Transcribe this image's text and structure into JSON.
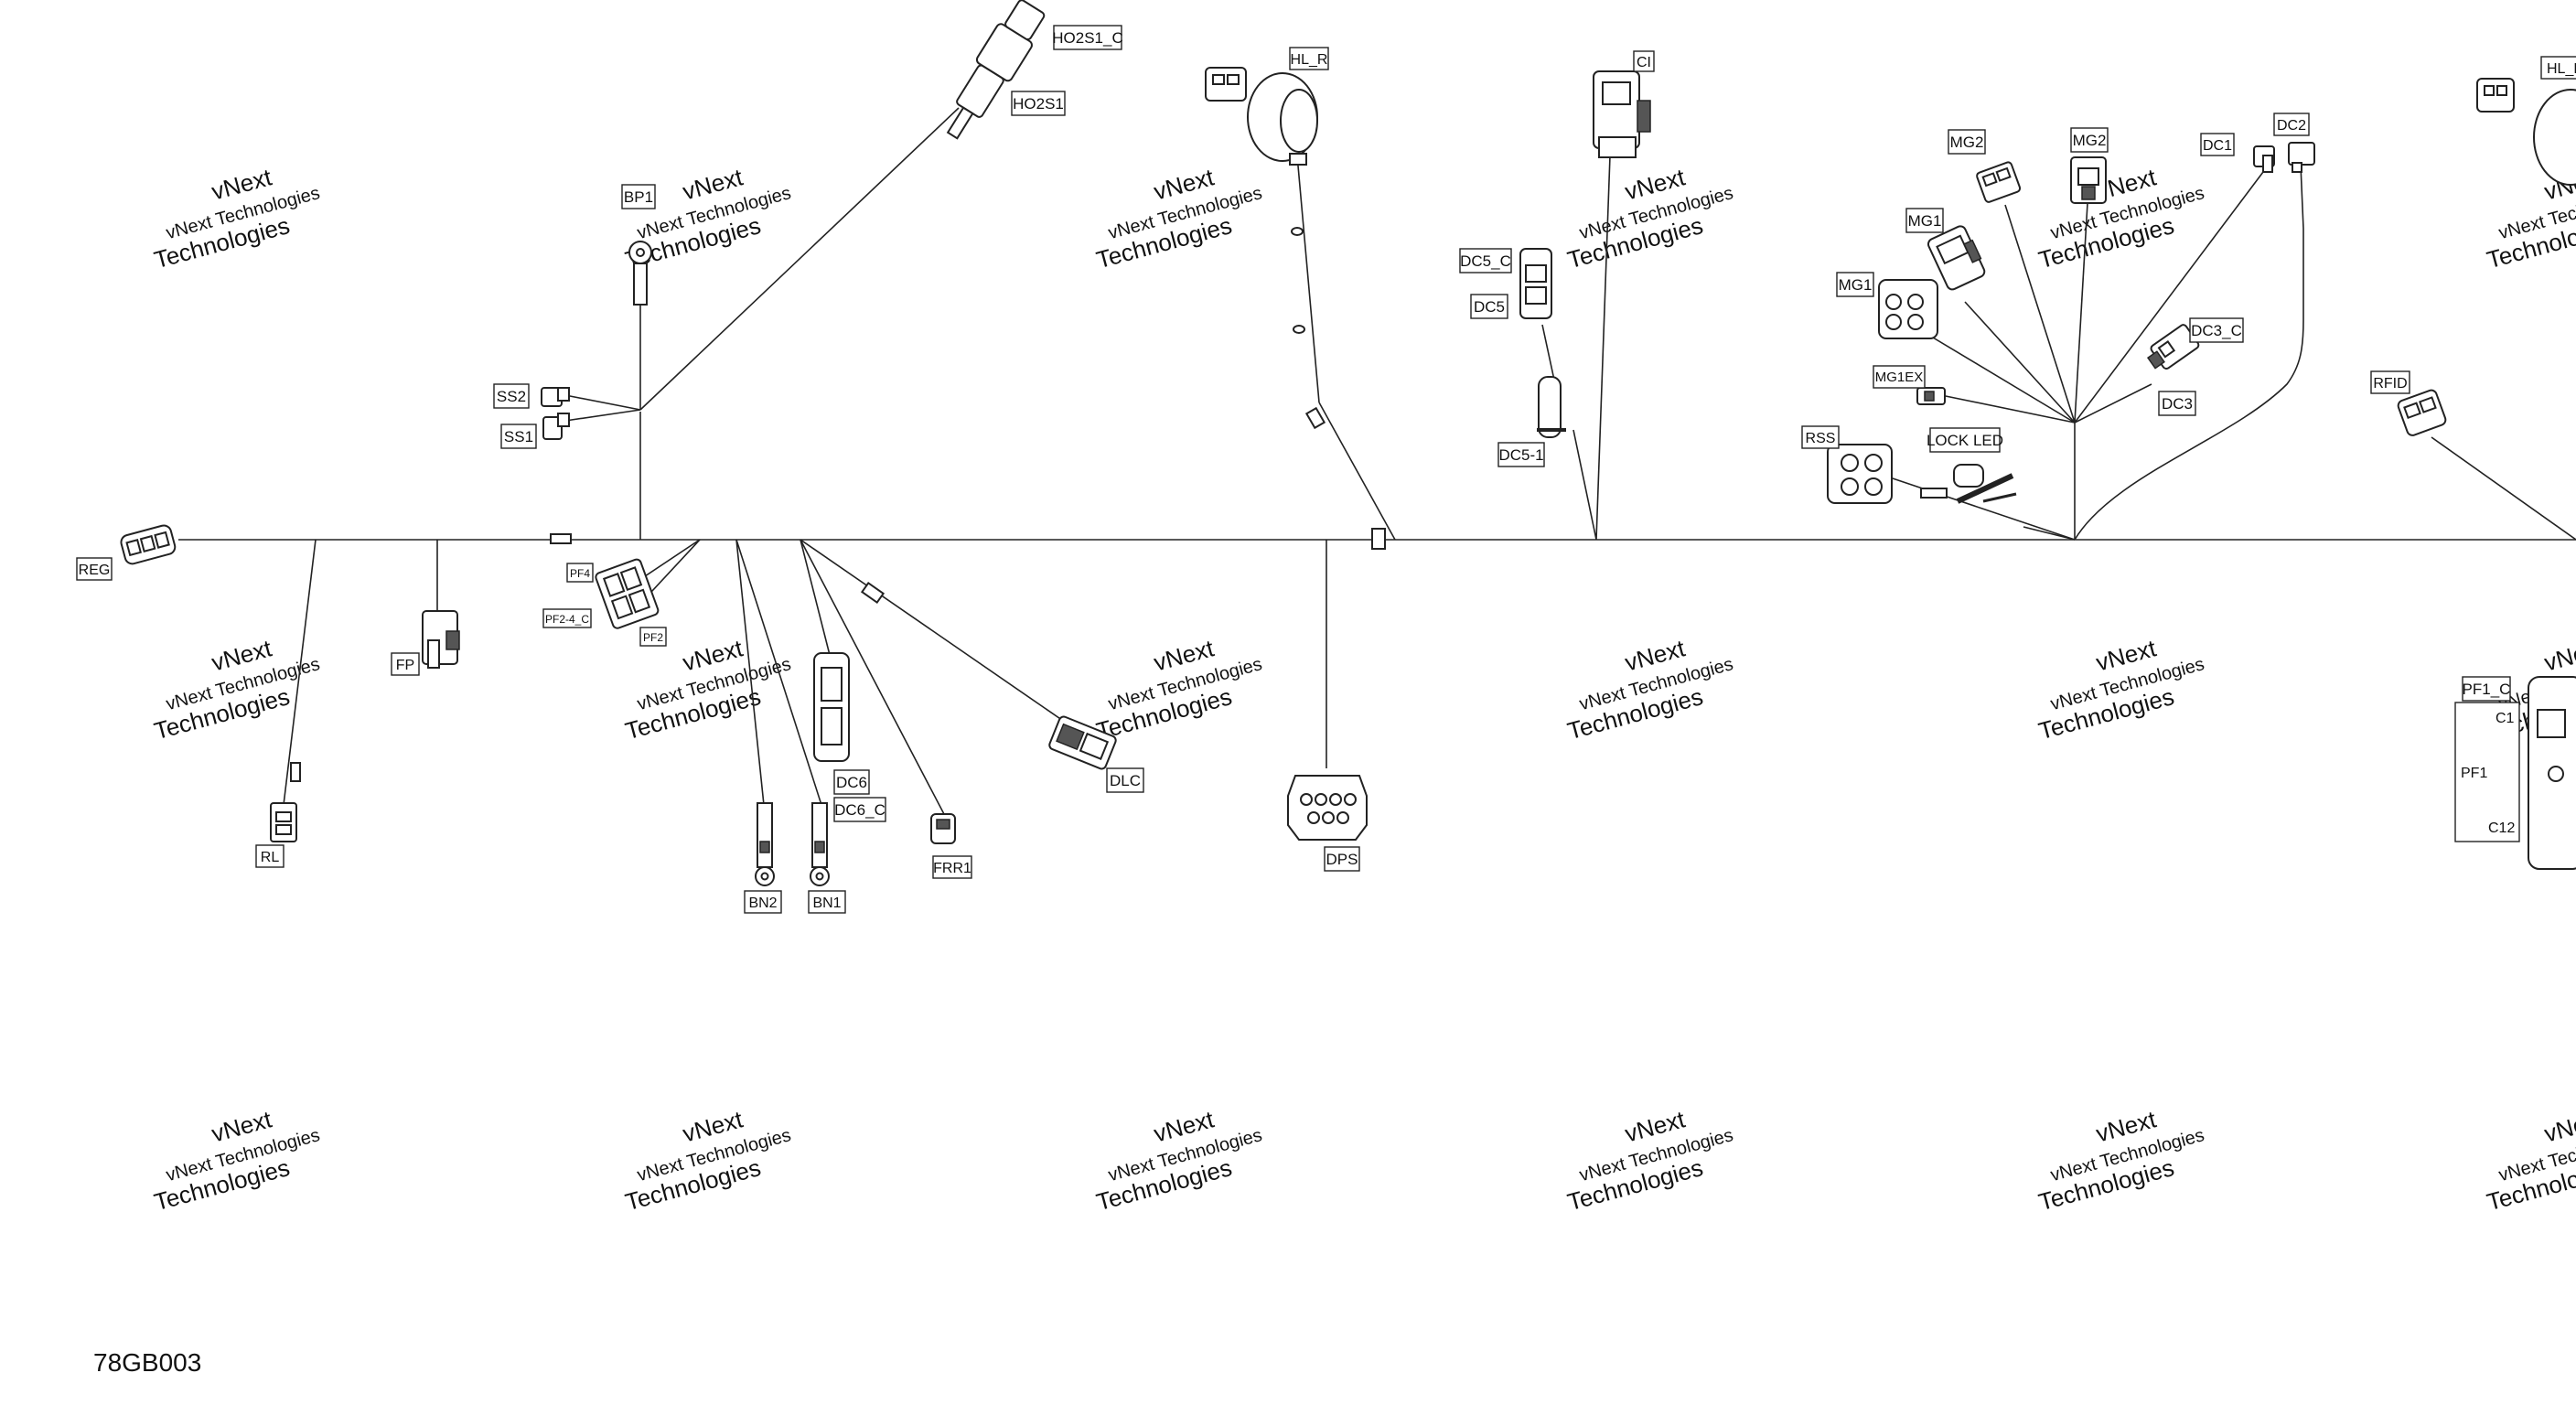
{
  "diagram": {
    "code": "78GB003",
    "watermark": {
      "line1": "vNext",
      "line2": "vNext Technologies",
      "line3": "Technologies"
    },
    "labels": {
      "h02s1_c": "HO2S1_C",
      "h02s1": "HO2S1",
      "hl_r": "HL_R",
      "ci": "CI",
      "hl_l": "HL_L",
      "bp1": "BP1",
      "ss2": "SS2",
      "ss1": "SS1",
      "dc5_c": "DC5_C",
      "dc5": "DC5",
      "dc5_1": "DC5-1",
      "mg2a": "MG2",
      "mg2b": "MG2",
      "dc1": "DC1",
      "dc2": "DC2",
      "mg1a": "MG1",
      "mg1b": "MG1",
      "dc3_c": "DC3_C",
      "dc3": "DC3",
      "mg1ex": "MG1EX",
      "rss": "RSS",
      "lock_led": "LOCK LED",
      "rfid": "RFID",
      "reg": "REG",
      "fp": "FP",
      "pf4": "PF4",
      "pf2_4_c": "PF2-4_C",
      "pf2": "PF2",
      "rl": "RL",
      "dc6": "DC6",
      "dc6_c": "DC6_C",
      "bn2": "BN2",
      "bn1": "BN1",
      "frr1": "FRR1",
      "dlc": "DLC",
      "dps": "DPS",
      "pf1_c": "PF1_C",
      "c1": "C1",
      "pf1": "PF1",
      "c12": "C12"
    }
  }
}
